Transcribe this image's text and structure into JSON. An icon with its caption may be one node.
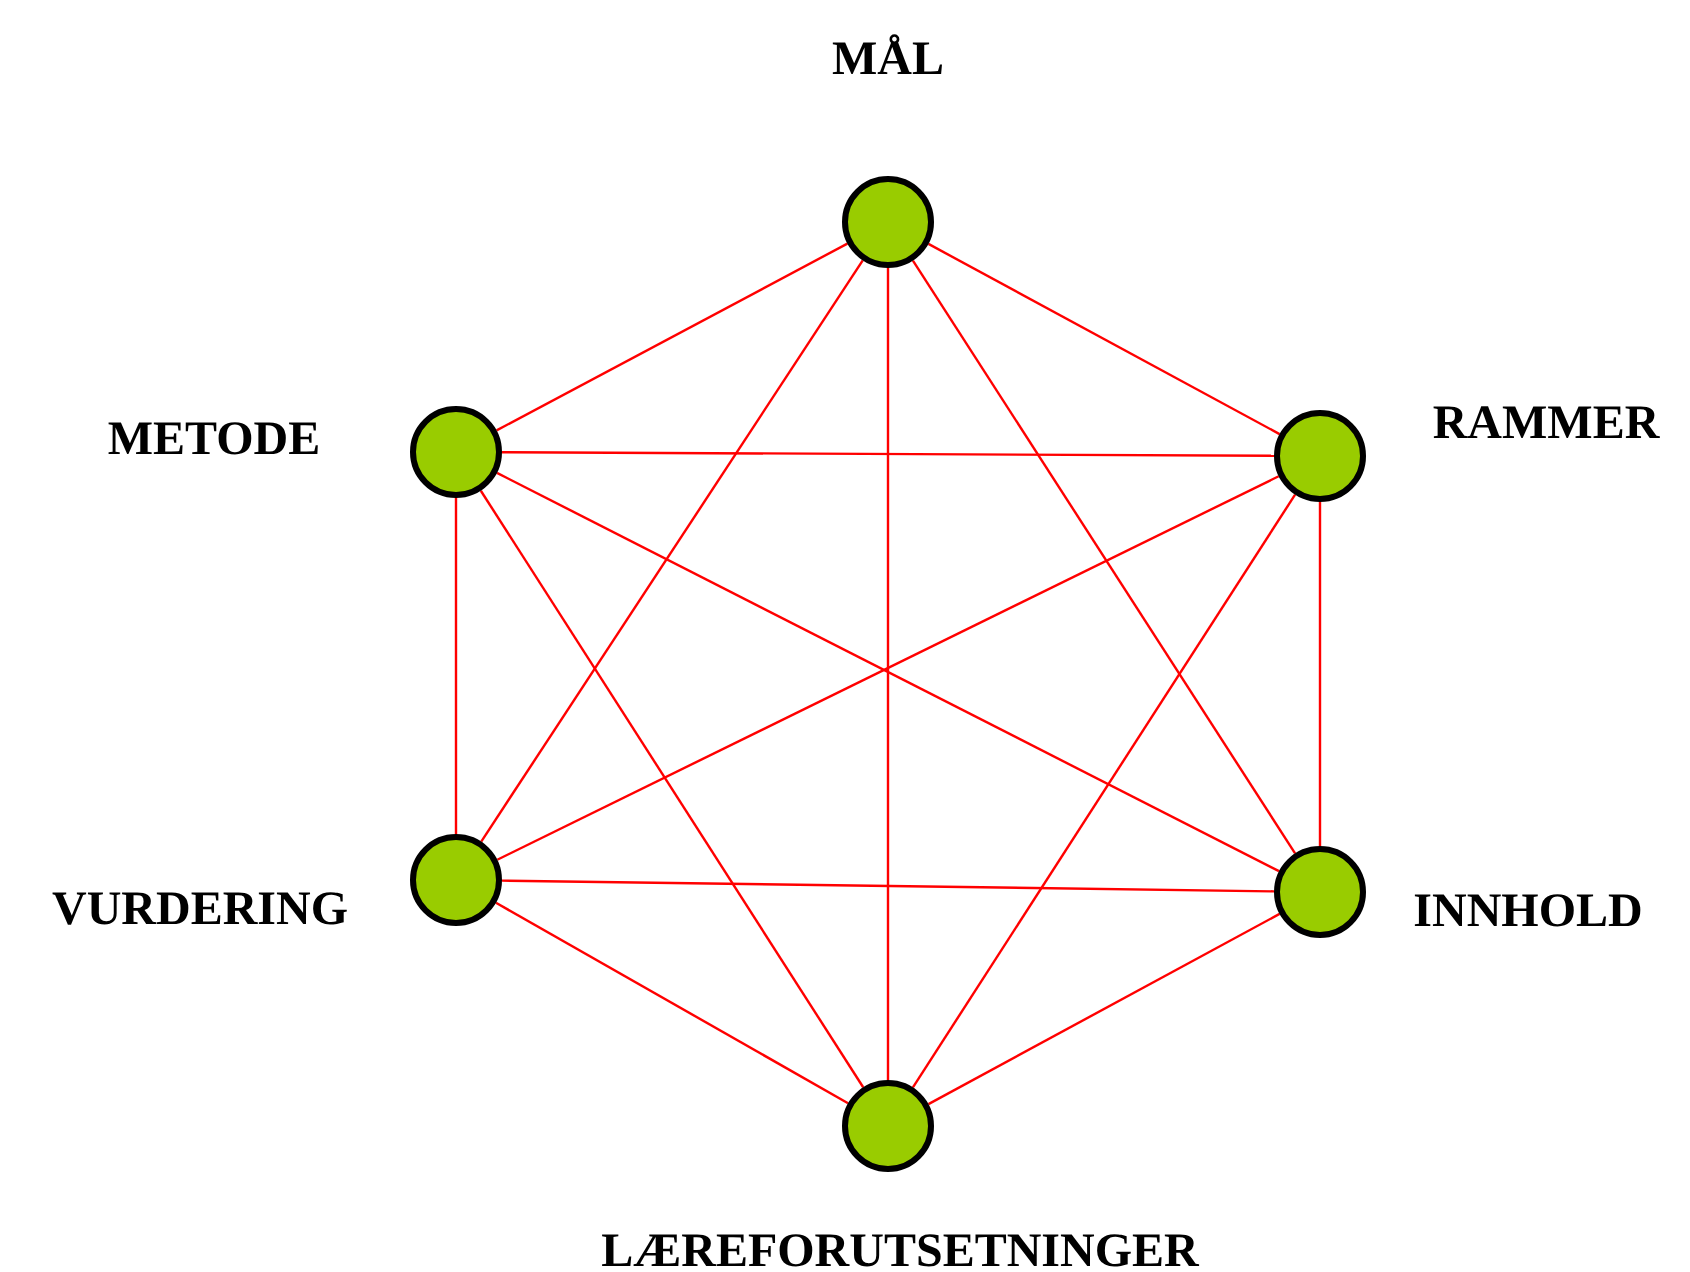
{
  "diagram": {
    "nodes": [
      {
        "text": [
          "MÅL"
        ]
      },
      {
        "text": [
          "METODE"
        ]
      },
      {
        "text": [
          "RAMMER"
        ]
      },
      {
        "text": [
          "VURDERING"
        ]
      },
      {
        "text": [
          "INNHOLD"
        ]
      },
      {
        "text": [
          "LÆREFORUTSETNINGER"
        ]
      }
    ],
    "edges": [
      {
        "from": 0,
        "to": 1,
        "arrow": "none"
      },
      {
        "from": 0,
        "to": 2,
        "arrow": "none"
      },
      {
        "from": 0,
        "to": 3,
        "arrow": "none"
      },
      {
        "from": 0,
        "to": 4,
        "arrow": "none"
      },
      {
        "from": 0,
        "to": 5,
        "arrow": "none"
      },
      {
        "from": 1,
        "to": 2,
        "arrow": "none"
      },
      {
        "from": 1,
        "to": 3,
        "arrow": "none"
      },
      {
        "from": 1,
        "to": 4,
        "arrow": "none"
      },
      {
        "from": 1,
        "to": 5,
        "arrow": "none"
      },
      {
        "from": 2,
        "to": 3,
        "arrow": "none"
      },
      {
        "from": 2,
        "to": 4,
        "arrow": "none"
      },
      {
        "from": 2,
        "to": 5,
        "arrow": "none"
      },
      {
        "from": 3,
        "to": 4,
        "arrow": "none"
      },
      {
        "from": 3,
        "to": 5,
        "arrow": "none"
      },
      {
        "from": 4,
        "to": 5,
        "arrow": "none"
      }
    ]
  }
}
